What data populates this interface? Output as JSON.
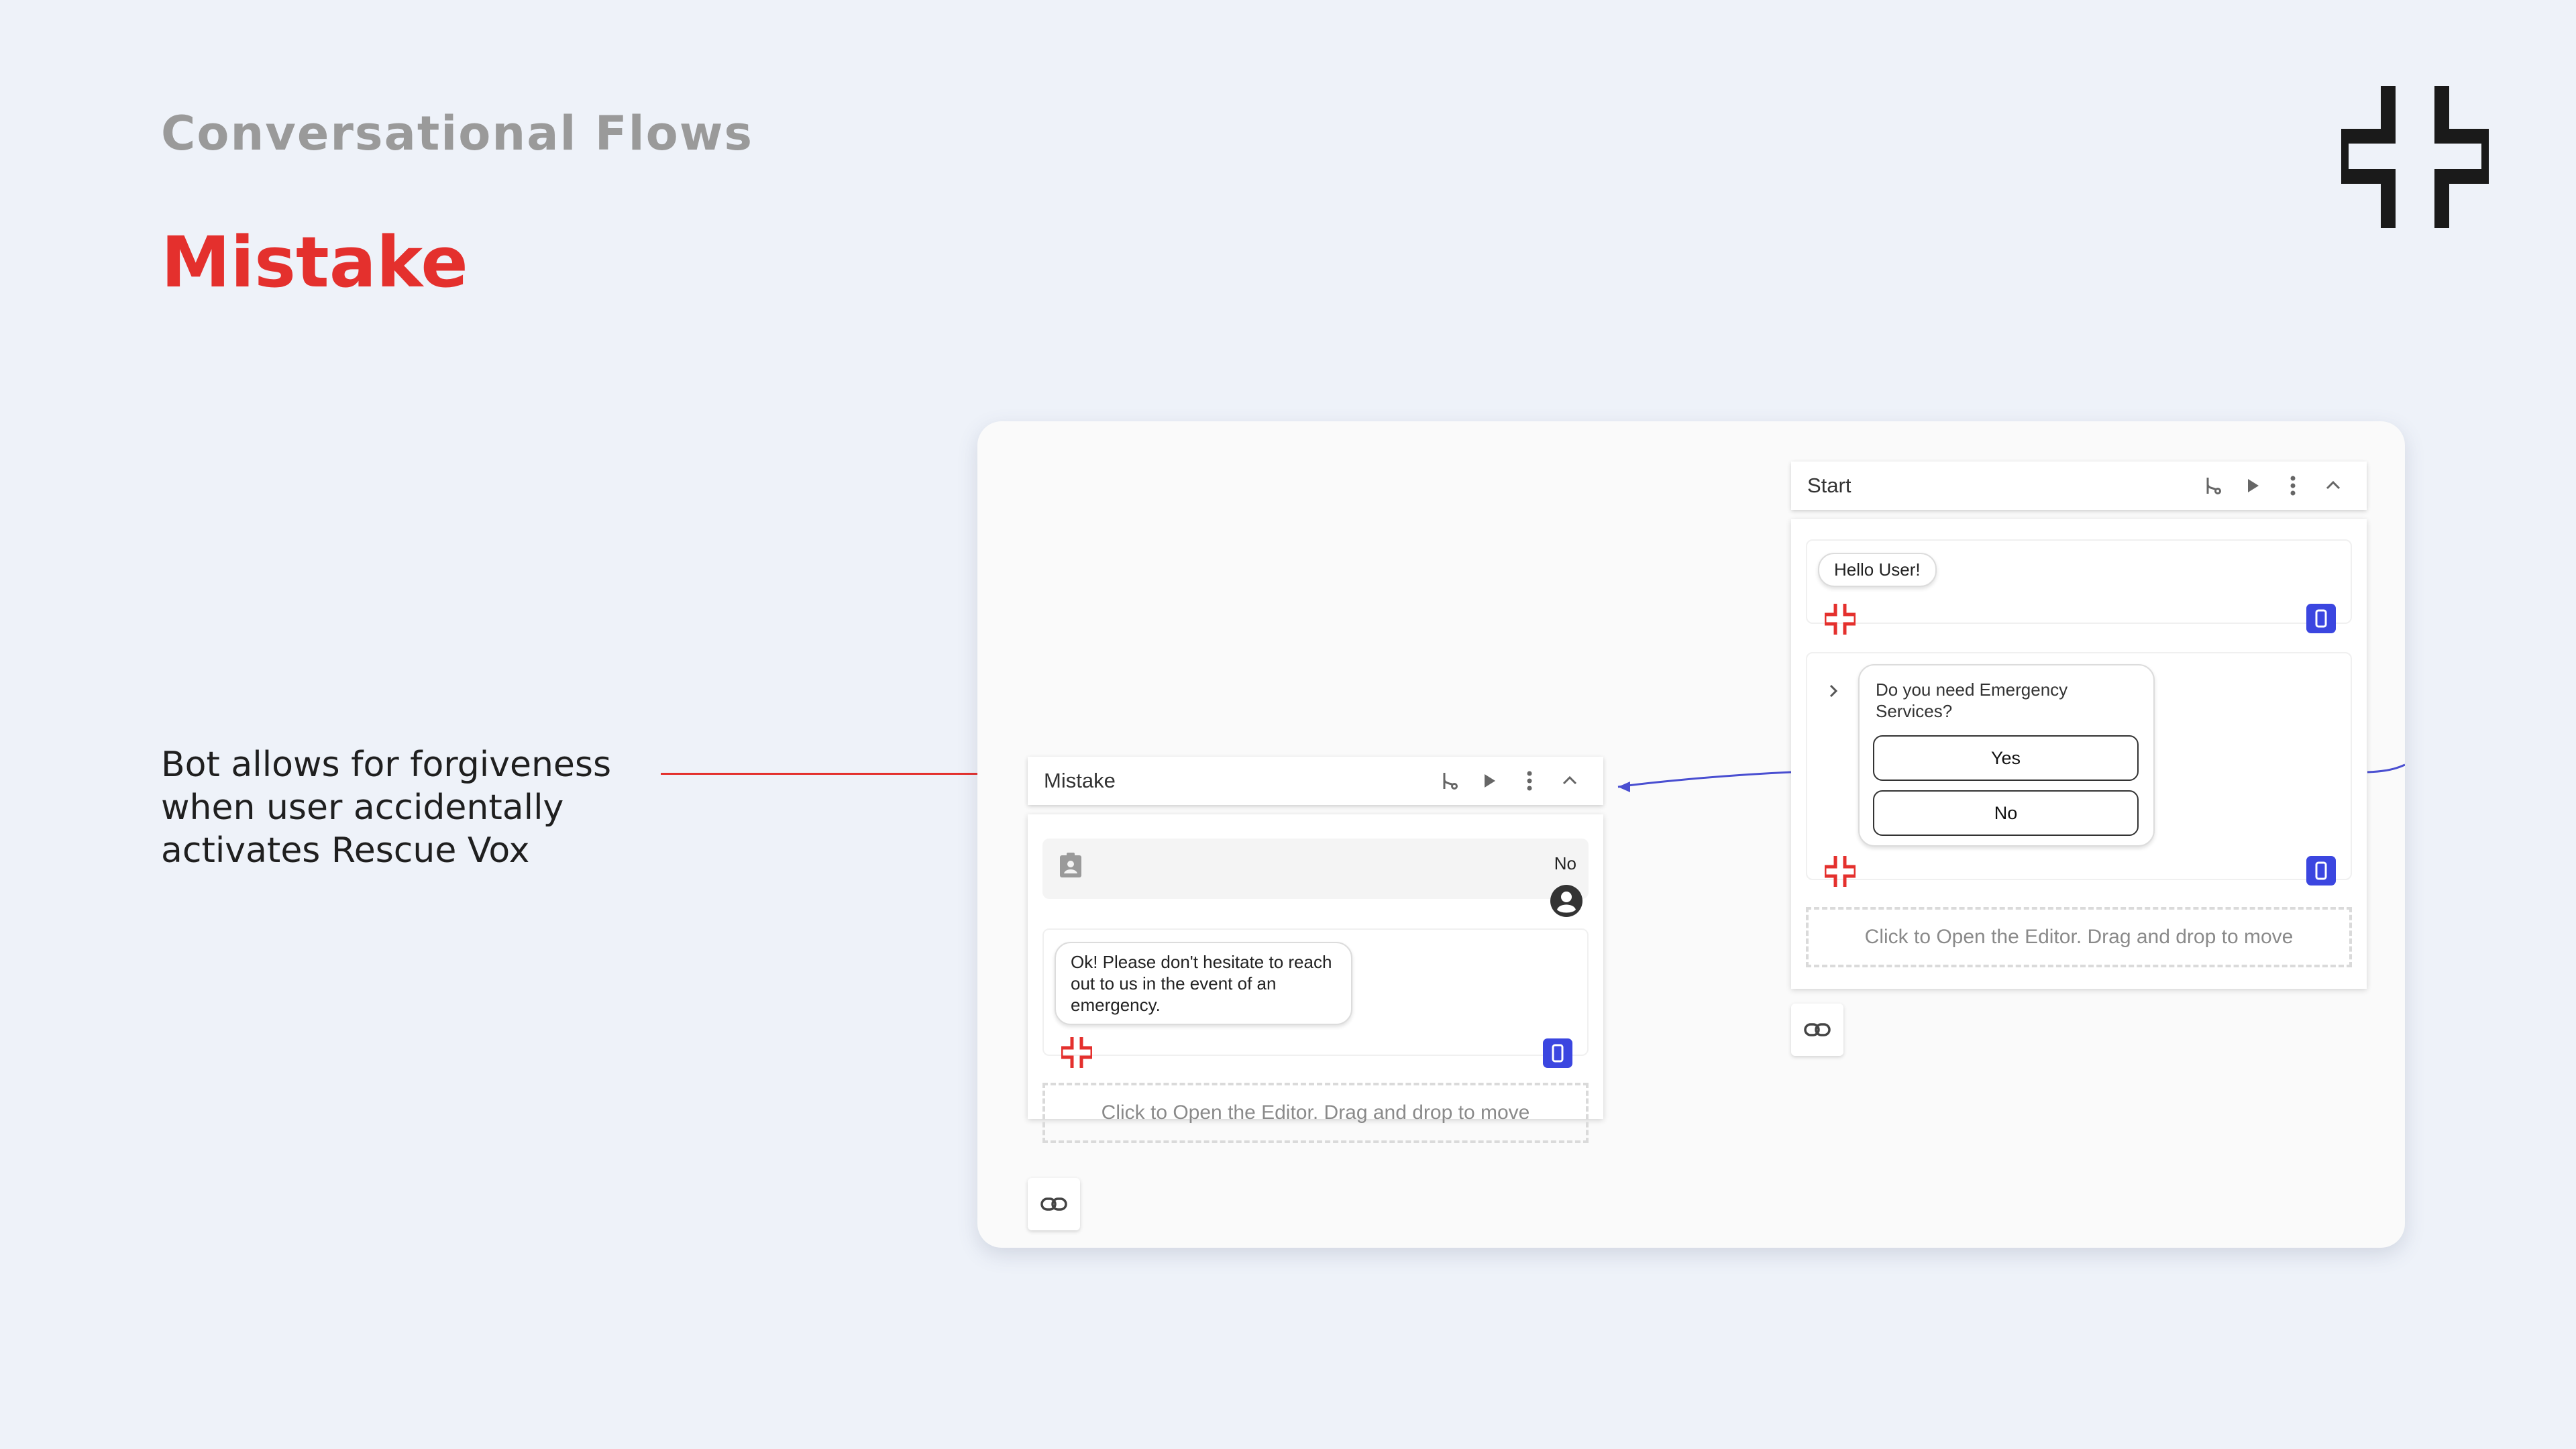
{
  "header": {
    "section_label": "Conversational Flows",
    "title": "Mistake"
  },
  "annotation": {
    "text": "Bot allows for forgiveness when user accidentally activates Rescue Vox"
  },
  "nodes": {
    "mistake": {
      "title": "Mistake",
      "user_reply": "No",
      "bot_message": "Ok! Please don't hesitate to reach out to us in the event of an emergency.",
      "editor_hint": "Click to Open the Editor. Drag and drop to move"
    },
    "start": {
      "title": "Start",
      "greeting": "Hello User!",
      "question": "Do you need Emergency Services?",
      "choices": [
        "Yes",
        "No"
      ],
      "editor_hint": "Click to Open the Editor. Drag and drop to move"
    }
  },
  "colors": {
    "accent_red": "#e4302d",
    "accent_blue": "#3b46e0",
    "background": "#eef2f9"
  },
  "icons": [
    "brand-logo-icon",
    "branch-icon",
    "play-icon",
    "more-vert-icon",
    "chevron-up-icon",
    "link-icon",
    "device-icon",
    "user-avatar-icon",
    "contact-card-icon",
    "chevron-right-icon"
  ]
}
